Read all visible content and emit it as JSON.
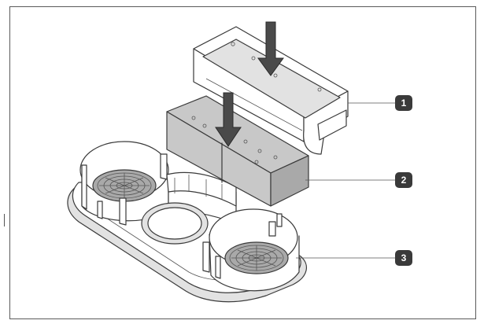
{
  "diagram": {
    "callouts": [
      {
        "id": "1",
        "label": "1"
      },
      {
        "id": "2",
        "label": "2"
      },
      {
        "id": "3",
        "label": "3"
      }
    ],
    "colors": {
      "frame": "#5a5a5a",
      "line": "#3a3a3a",
      "callout_fill": "#3a3a3a",
      "arrow": "#4a4a4a",
      "part_fill_grey": "#c8c8c8"
    },
    "parts": [
      {
        "callout": "1",
        "name": "upper-duct-cover"
      },
      {
        "callout": "2",
        "name": "middle-duct-insert"
      },
      {
        "callout": "3",
        "name": "base-tray-with-fans"
      }
    ]
  }
}
